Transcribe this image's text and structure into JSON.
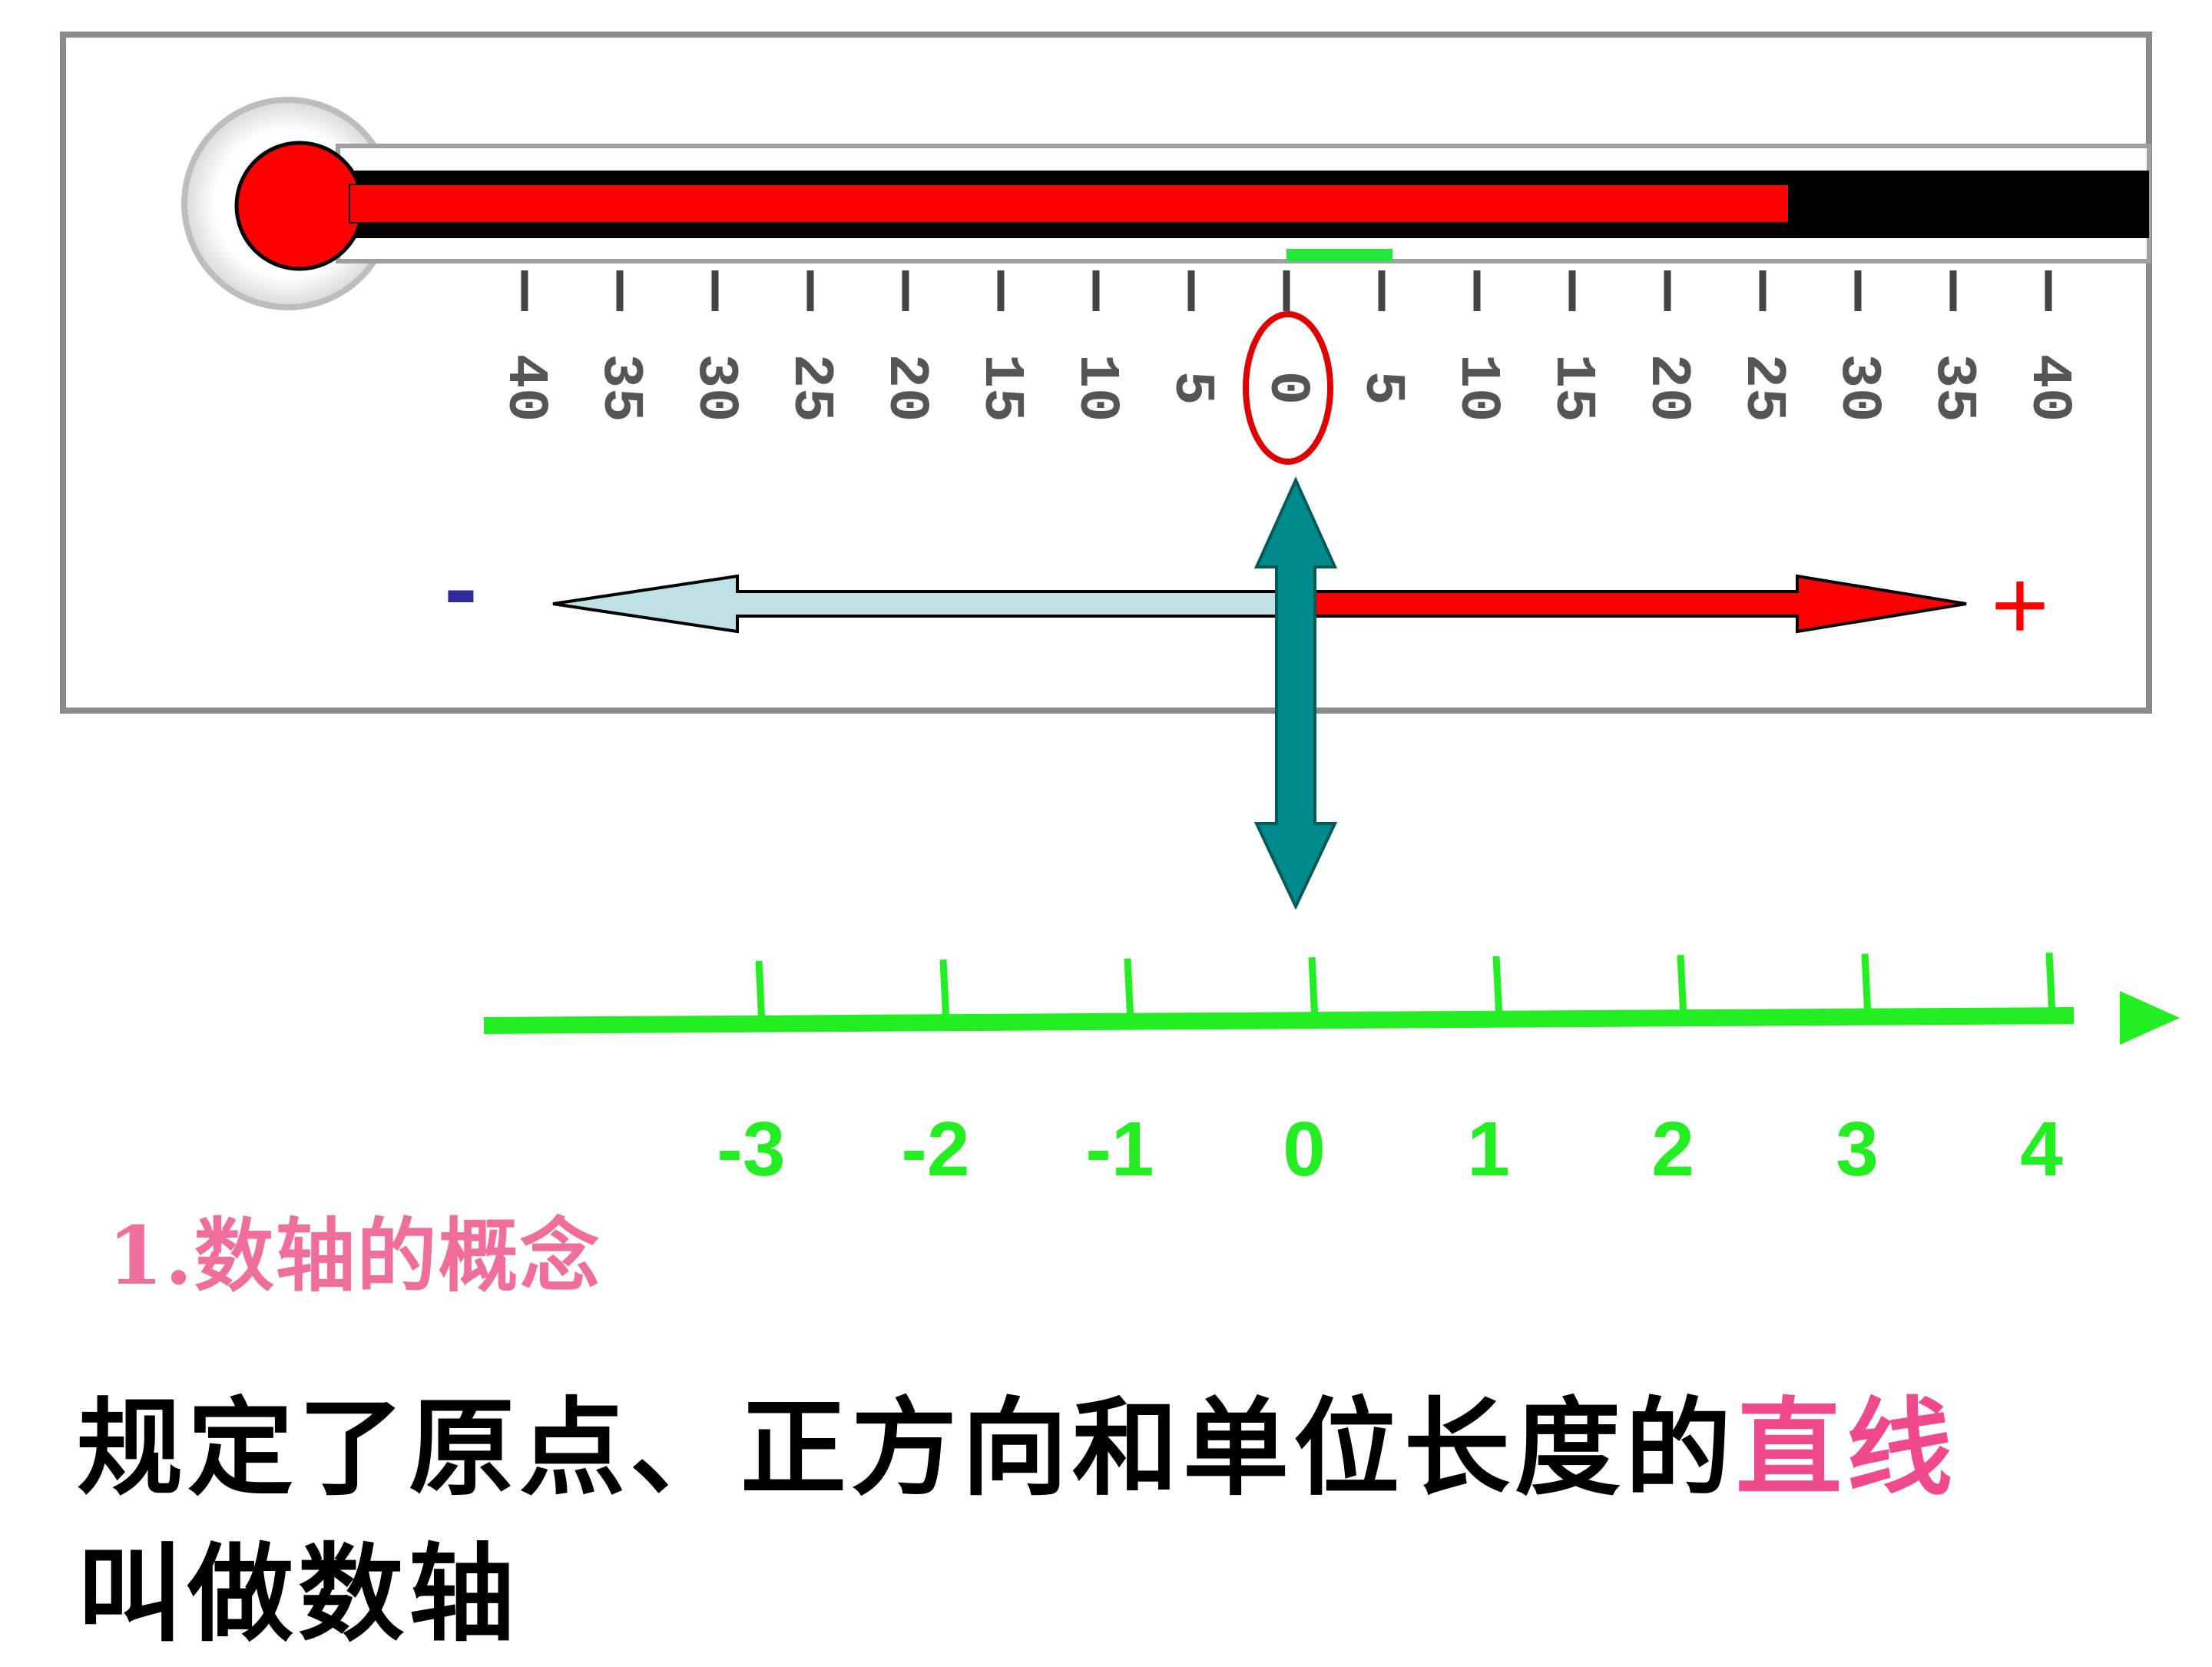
{
  "thermometer": {
    "scale_labels": [
      "40",
      "35",
      "30",
      "25",
      "20",
      "15",
      "10",
      "5",
      "0",
      "5",
      "10",
      "15",
      "20",
      "25",
      "30",
      "35",
      "40"
    ],
    "fill_fraction": 0.8,
    "colors": {
      "mercury": "#ff0000",
      "tube": "#000000",
      "frame": "#8a8a8a",
      "zero_mark": "#22e83a",
      "circle": "#e00000"
    }
  },
  "direction": {
    "negative_sign": "-",
    "positive_sign": "+",
    "colors": {
      "negative_arrow": "#bfe0e4",
      "positive_arrow": "#ff0000",
      "link_arrow": "#008b8b",
      "negative_sign": "#2b2b9a",
      "positive_sign": "#ff0000"
    }
  },
  "number_axis": {
    "ticks": [
      "-3",
      "-2",
      "-1",
      "0",
      "1",
      "2",
      "3",
      "4"
    ],
    "color": "#22ee22"
  },
  "heading": "1.数轴的概念",
  "definition": {
    "line1_before": "规定了原点、正方向和单位长度的",
    "line1_highlight": "直线",
    "line2": "叫做数轴"
  }
}
